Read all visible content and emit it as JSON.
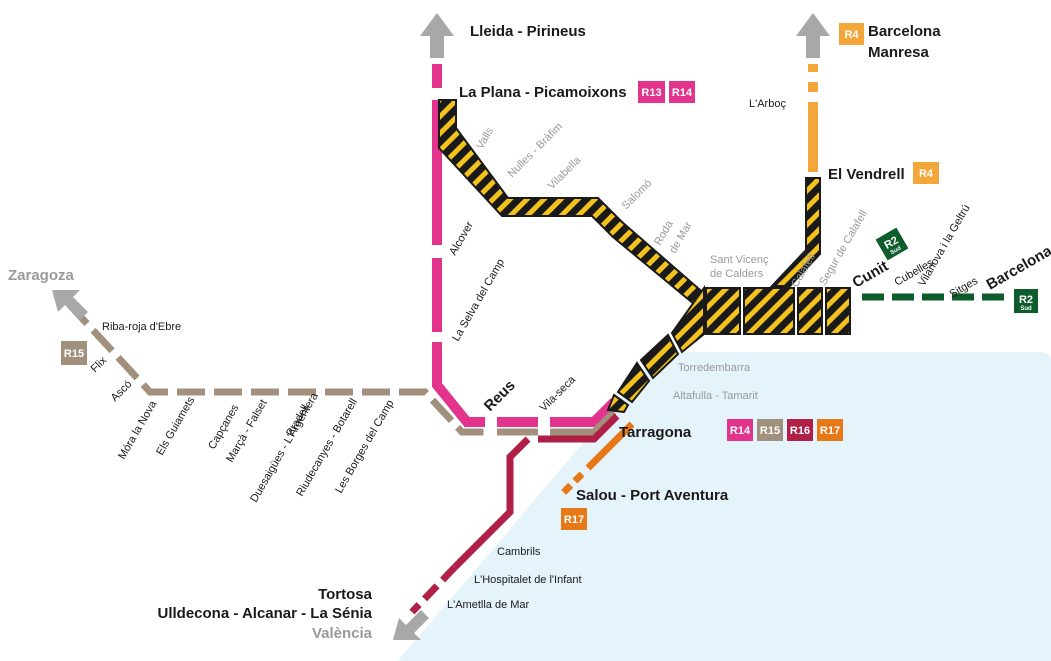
{
  "colors": {
    "sea": "#e5f3fb",
    "magenta": "#e2348c",
    "taupe": "#a0907c",
    "crimson": "#b01f45",
    "orange": "#e77817",
    "light_orange": "#f3a73b",
    "dark_green": "#0d5c2c",
    "hatch_black": "#1a1a1a",
    "hatch_yellow": "#f4c21c",
    "arrow_gray": "#a8a8a8"
  },
  "icons": {
    "direction_arrow": "arrow-up-icon"
  },
  "destinations": {
    "lleida": "Lleida - Pirineus",
    "barcelona_manresa_1": "Barcelona",
    "barcelona_manresa_2": "Manresa",
    "zaragoza": "Zaragoza",
    "tortosa": "Tortosa",
    "ulldecona": "Ulldecona - Alcanar - La Sénia",
    "valencia": "València",
    "barcelona": "Barcelona"
  },
  "hubs": {
    "la_plana": "La Plana - Picamoixons",
    "el_vendrell": "El Vendrell",
    "reus": "Reus",
    "tarragona": "Tarragona",
    "salou": "Salou - Port Aventura",
    "cunit": "Cunit"
  },
  "badges": {
    "r2": "R2",
    "sud": "Sud",
    "r4": "R4",
    "r13": "R13",
    "r14": "R14",
    "r15": "R15",
    "r16": "R16",
    "r17": "R17"
  },
  "stations": {
    "valls": "Valls",
    "nulles": "Nulles - Bràfim",
    "vilabella": "Vilabella",
    "salomo": "Salomó",
    "roda_1": "Roda",
    "roda_2": "de Mar",
    "sant_vicenc_1": "Sant Vicenç",
    "sant_vicenc_2": "de Calders",
    "larboc": "L'Arboç",
    "calafell": "Calafell",
    "segur": "Segur de Calafell",
    "cubelles": "Cubelles",
    "vilanova": "Vilanova i la Geltrú",
    "sitges": "Sitges",
    "alcover": "Alcover",
    "la_selva": "La Selva del Camp",
    "vilaseca": "Vila-seca",
    "torredembarra": "Torredembarra",
    "altafulla": "Altafulla - Tamarit",
    "riba_roja": "Riba-roja d'Ebre",
    "flix": "Flix",
    "asco": "Ascó",
    "mora": "Móra la Nova",
    "guiamets": "Els Guiamets",
    "capcanes": "Capçanes",
    "marca": "Marçà - Falset",
    "pradell": "Pradell",
    "duesaigues": "Duesaigües - L'Argentera",
    "riudecanyes": "Riudecanyes - Botarell",
    "borges": "Les Borges del Camp",
    "cambrils": "Cambrils",
    "hospitalet": "L'Hospitalet de l'Infant",
    "ametlla": "L'Ametlla de Mar"
  }
}
